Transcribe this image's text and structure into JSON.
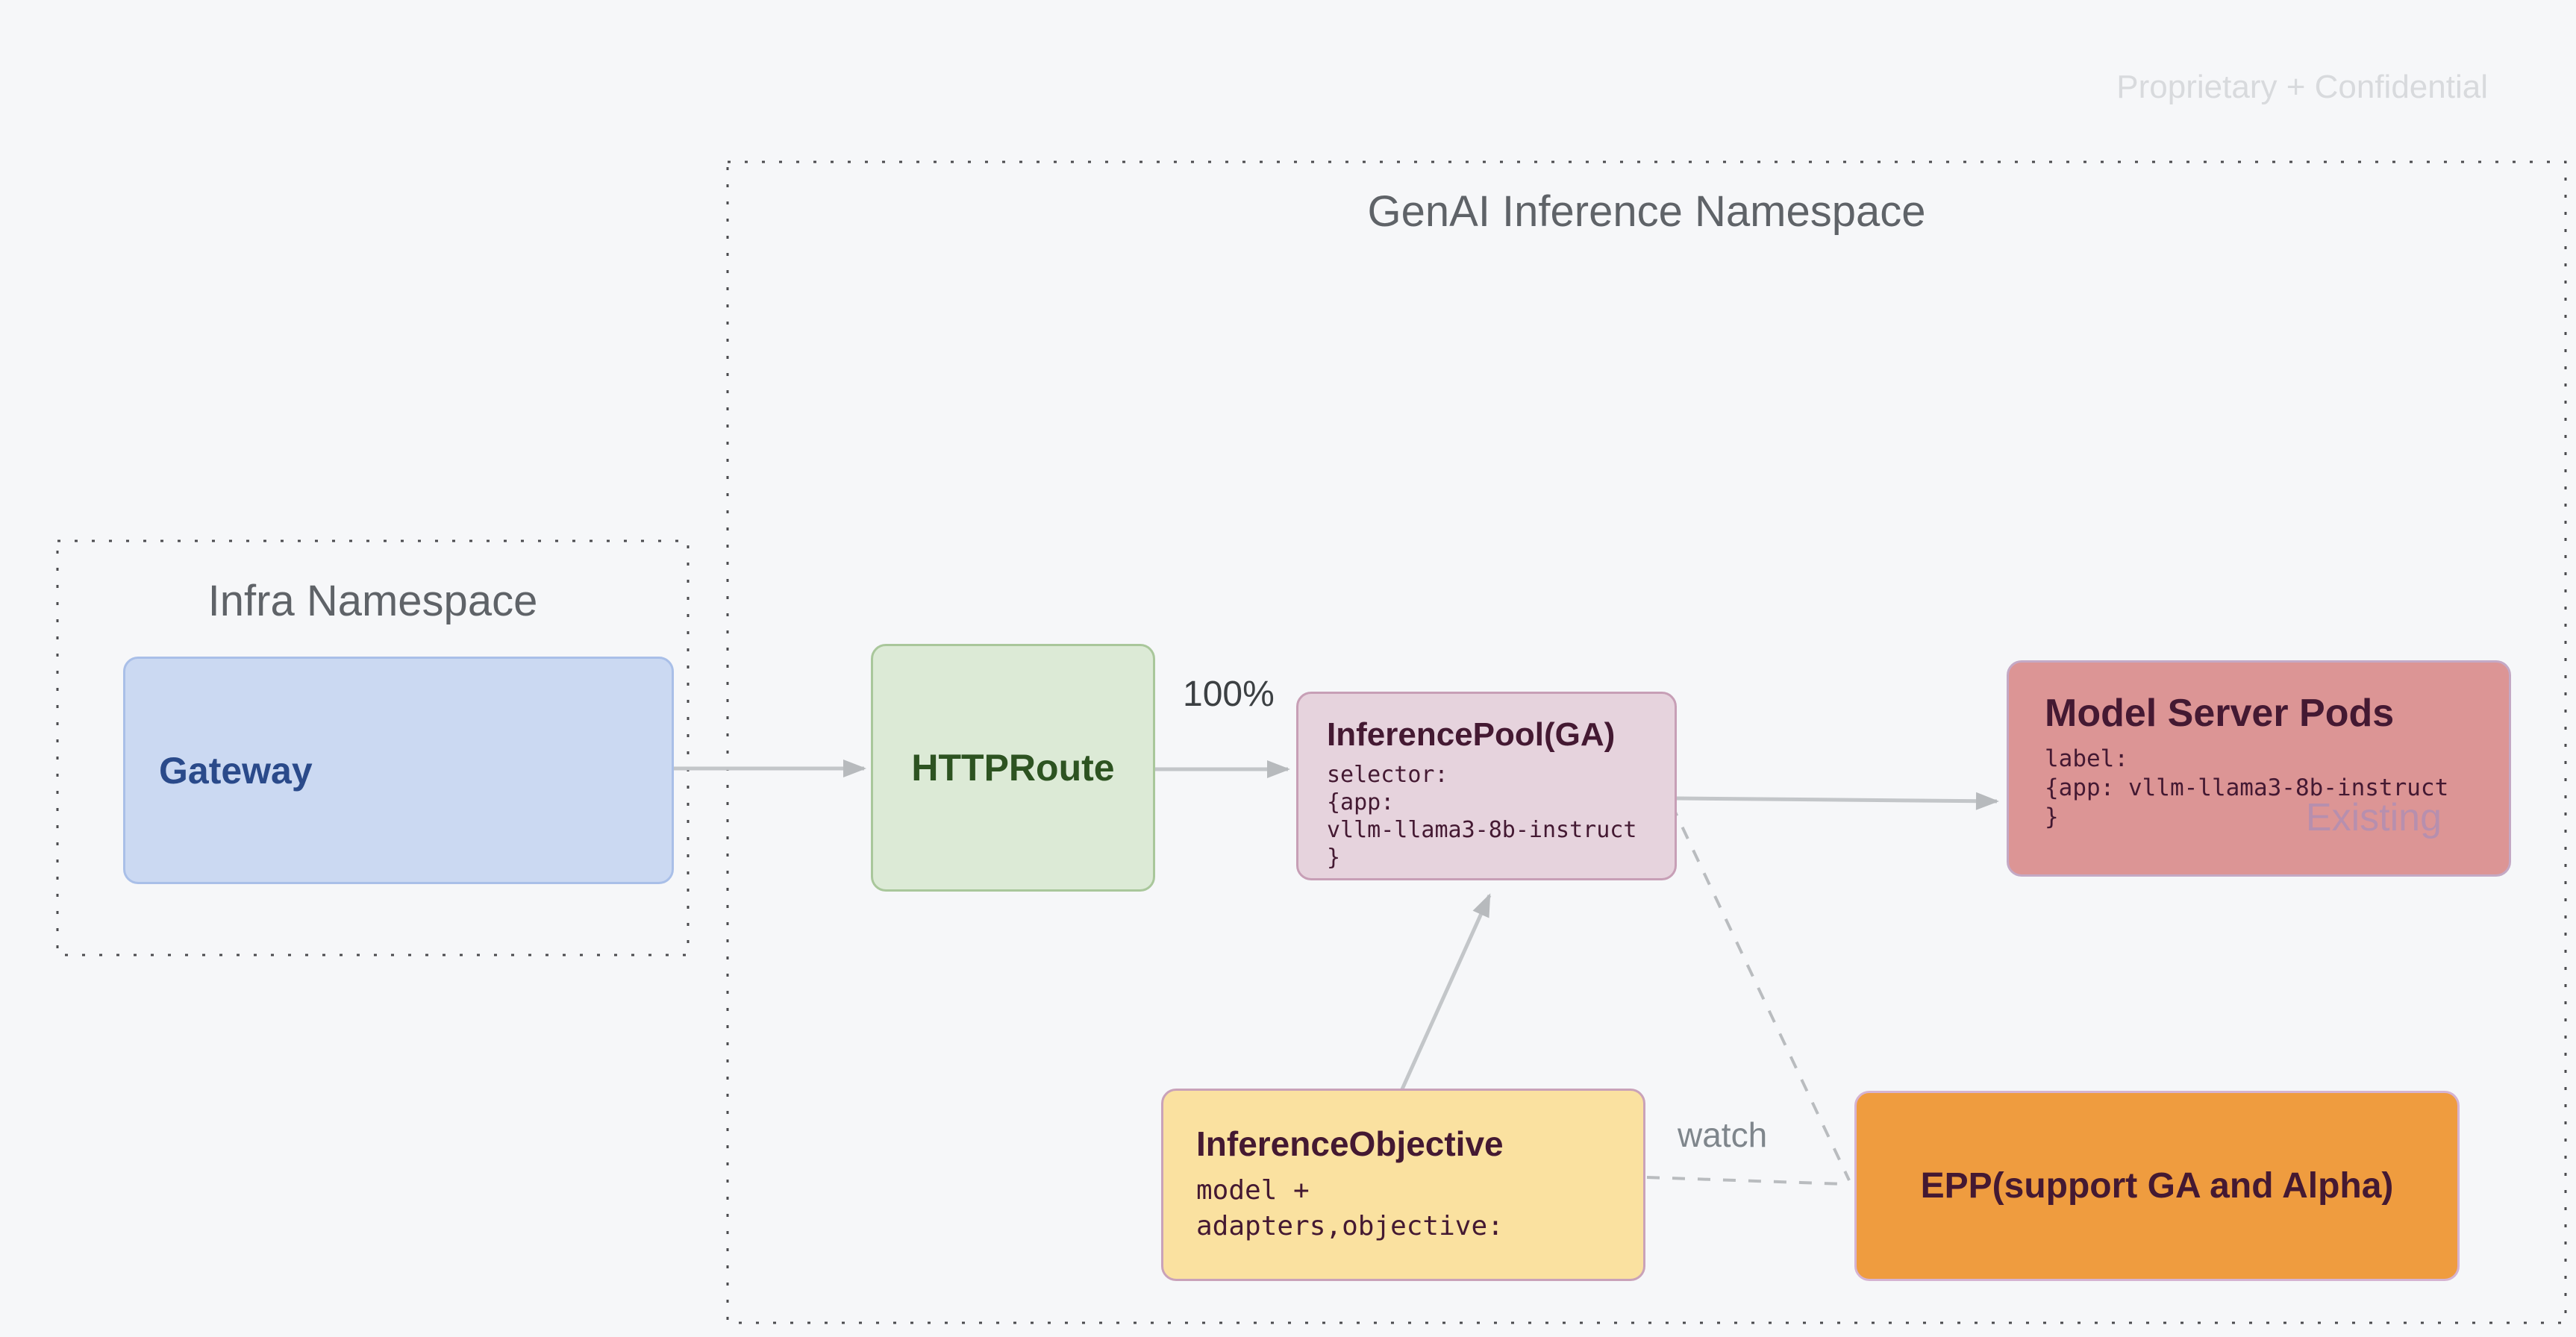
{
  "slide": {
    "watermark": "Proprietary + Confidential"
  },
  "namespaces": {
    "infra": {
      "title": "Infra Namespace"
    },
    "genai": {
      "title": "GenAI Inference Namespace"
    }
  },
  "nodes": {
    "gateway": {
      "title": "Gateway"
    },
    "httproute": {
      "title": "HTTPRoute"
    },
    "inference_pool": {
      "title": "InferencePool(GA)",
      "body": "selector:\n{app:\nvllm-llama3-8b-instruct\n}"
    },
    "model_server_pods": {
      "title": "Model Server Pods",
      "body": "label:\n{app: vllm-llama3-8b-instruct\n}",
      "status": "Existing"
    },
    "inference_objective": {
      "title": "InferenceObjective",
      "body": "model +\nadapters,objective:"
    },
    "epp": {
      "title": "EPP(support GA and Alpha)"
    }
  },
  "edges": {
    "traffic_split_label": "100%",
    "watch_label": "watch"
  },
  "colors": {
    "background": "#f6f7f9",
    "gateway_fill": "#cbd9f2",
    "gateway_border": "#a9bfe8",
    "gateway_text": "#2a4a8a",
    "httproute_fill": "#dcead6",
    "httproute_border": "#a9c79b",
    "httproute_text": "#2d5321",
    "inference_pool_fill": "#e6d3dd",
    "inference_pool_border": "#c79fb6",
    "model_server_fill": "#dc9595",
    "model_server_border": "#c4a9c5",
    "inference_objective_fill": "#fae1a0",
    "epp_fill": "#ef9c3f",
    "pink_border": "#c9a2b9",
    "maroon_text": "#441932",
    "existing_text": "#b78fae",
    "arrow": "#bcbfc2",
    "namespace_border": "#4b4b4e",
    "namespace_text": "#5f6368",
    "watermark_text": "#d8dadd"
  }
}
